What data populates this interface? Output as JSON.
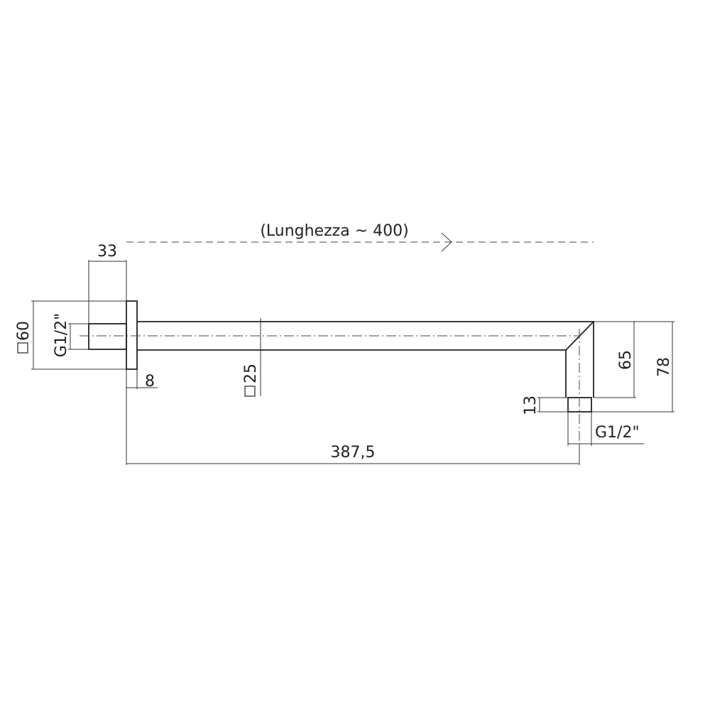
{
  "labels": {
    "length_note": "(Lunghezza ~ 400)",
    "dim_33": "33",
    "dim_60": "60",
    "thread_left": "G1/2\"",
    "dim_8": "8",
    "dim_25": "25",
    "dim_65": "65",
    "dim_78": "78",
    "dim_13": "13",
    "thread_right": "G1/2\"",
    "dim_387_5": "387,5"
  }
}
